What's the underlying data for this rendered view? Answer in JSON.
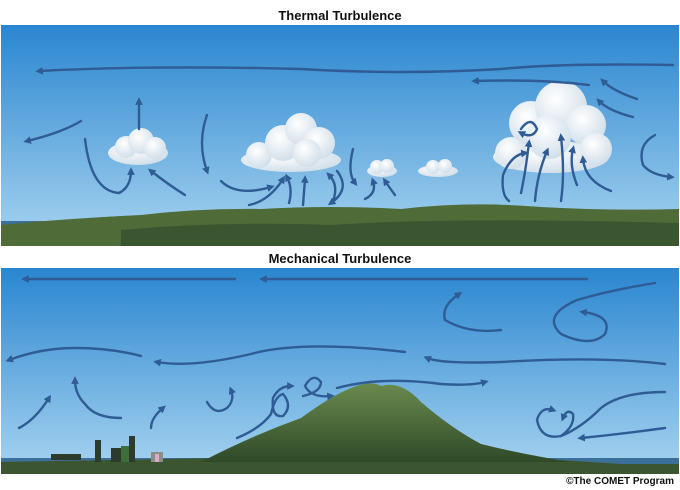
{
  "panels": {
    "thermal": {
      "title": "Thermal Turbulence"
    },
    "mechanical": {
      "title": "Mechanical Turbulence"
    }
  },
  "credit": "©The COMET Program",
  "colors": {
    "sky_top": "#2a86d0",
    "sky_bottom": "#a8d4f0",
    "arrow": "#2f5c94",
    "land": "#4f6b38",
    "land_dark": "#3b5530",
    "cloud": "#f4f8fb"
  },
  "icons": [
    "flow-arrow-icon",
    "cloud-icon",
    "building-icon",
    "mountain-icon"
  ]
}
